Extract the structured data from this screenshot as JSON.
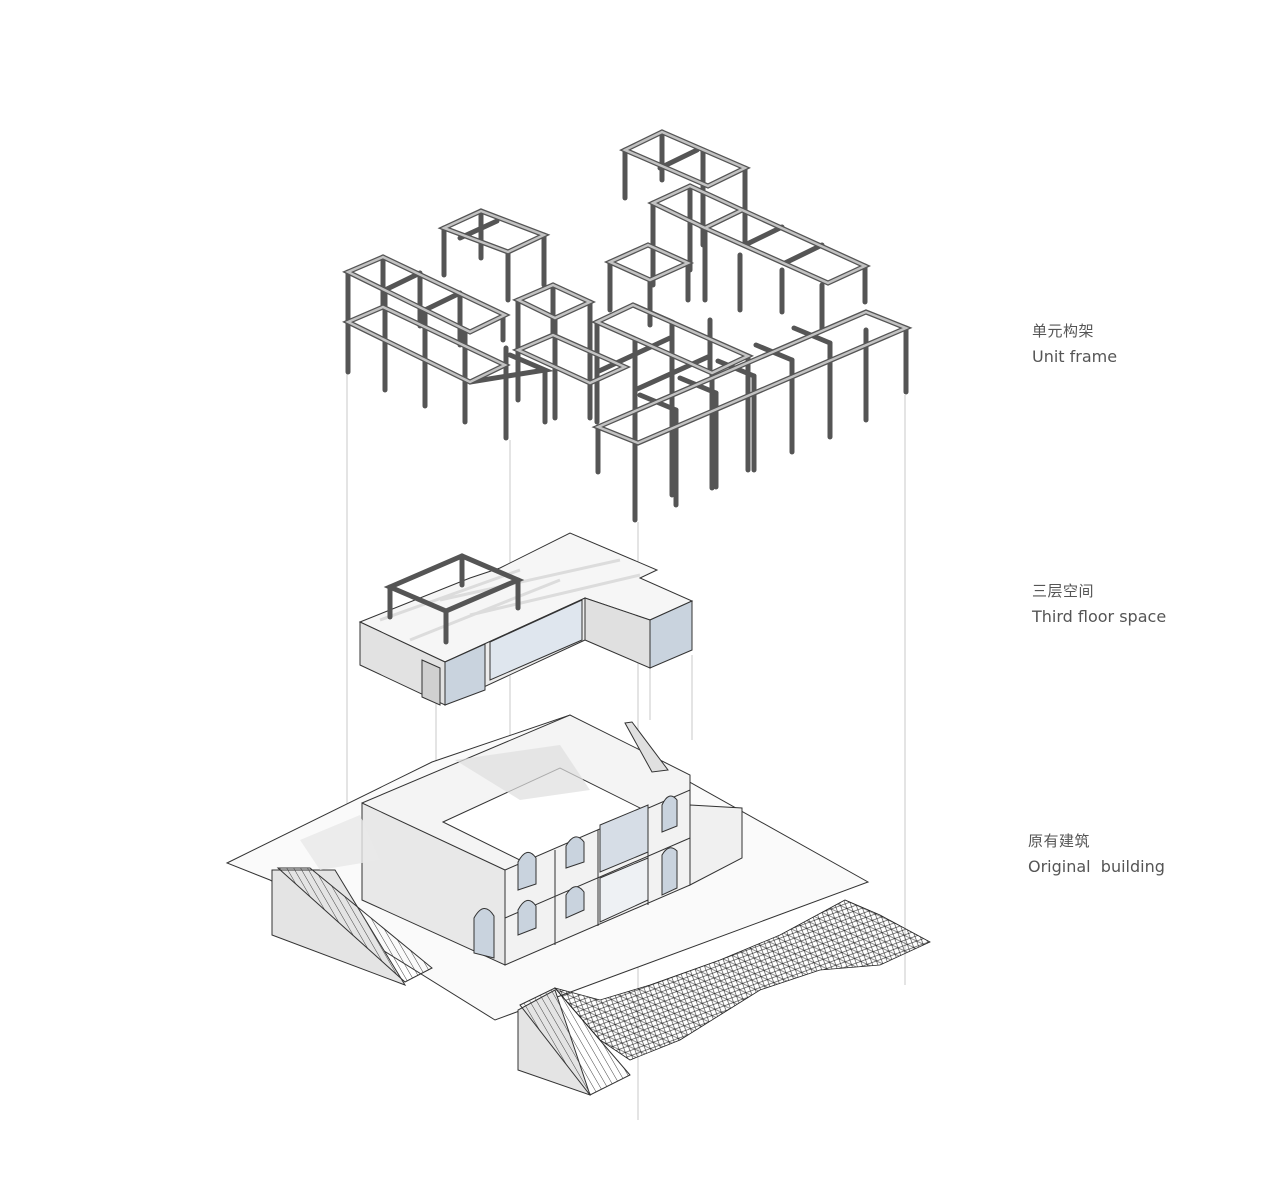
{
  "diagram": {
    "type": "exploded-axonometric",
    "layers": [
      {
        "id": "unit-frame",
        "label_zh": "单元构架",
        "label_en": "Unit frame"
      },
      {
        "id": "third-floor",
        "label_zh": "三层空间",
        "label_en": "Third floor space"
      },
      {
        "id": "original-building",
        "label_zh": "原有建筑",
        "label_en": "Original  building"
      }
    ],
    "colors": {
      "background": "#ffffff",
      "line": "#333333",
      "wall_shade": "#e6e6e6",
      "wall_dark": "#d0d0d0",
      "glass": "#c9d3de",
      "guide_line": "#c8c8c8",
      "label_text": "#555555"
    }
  }
}
